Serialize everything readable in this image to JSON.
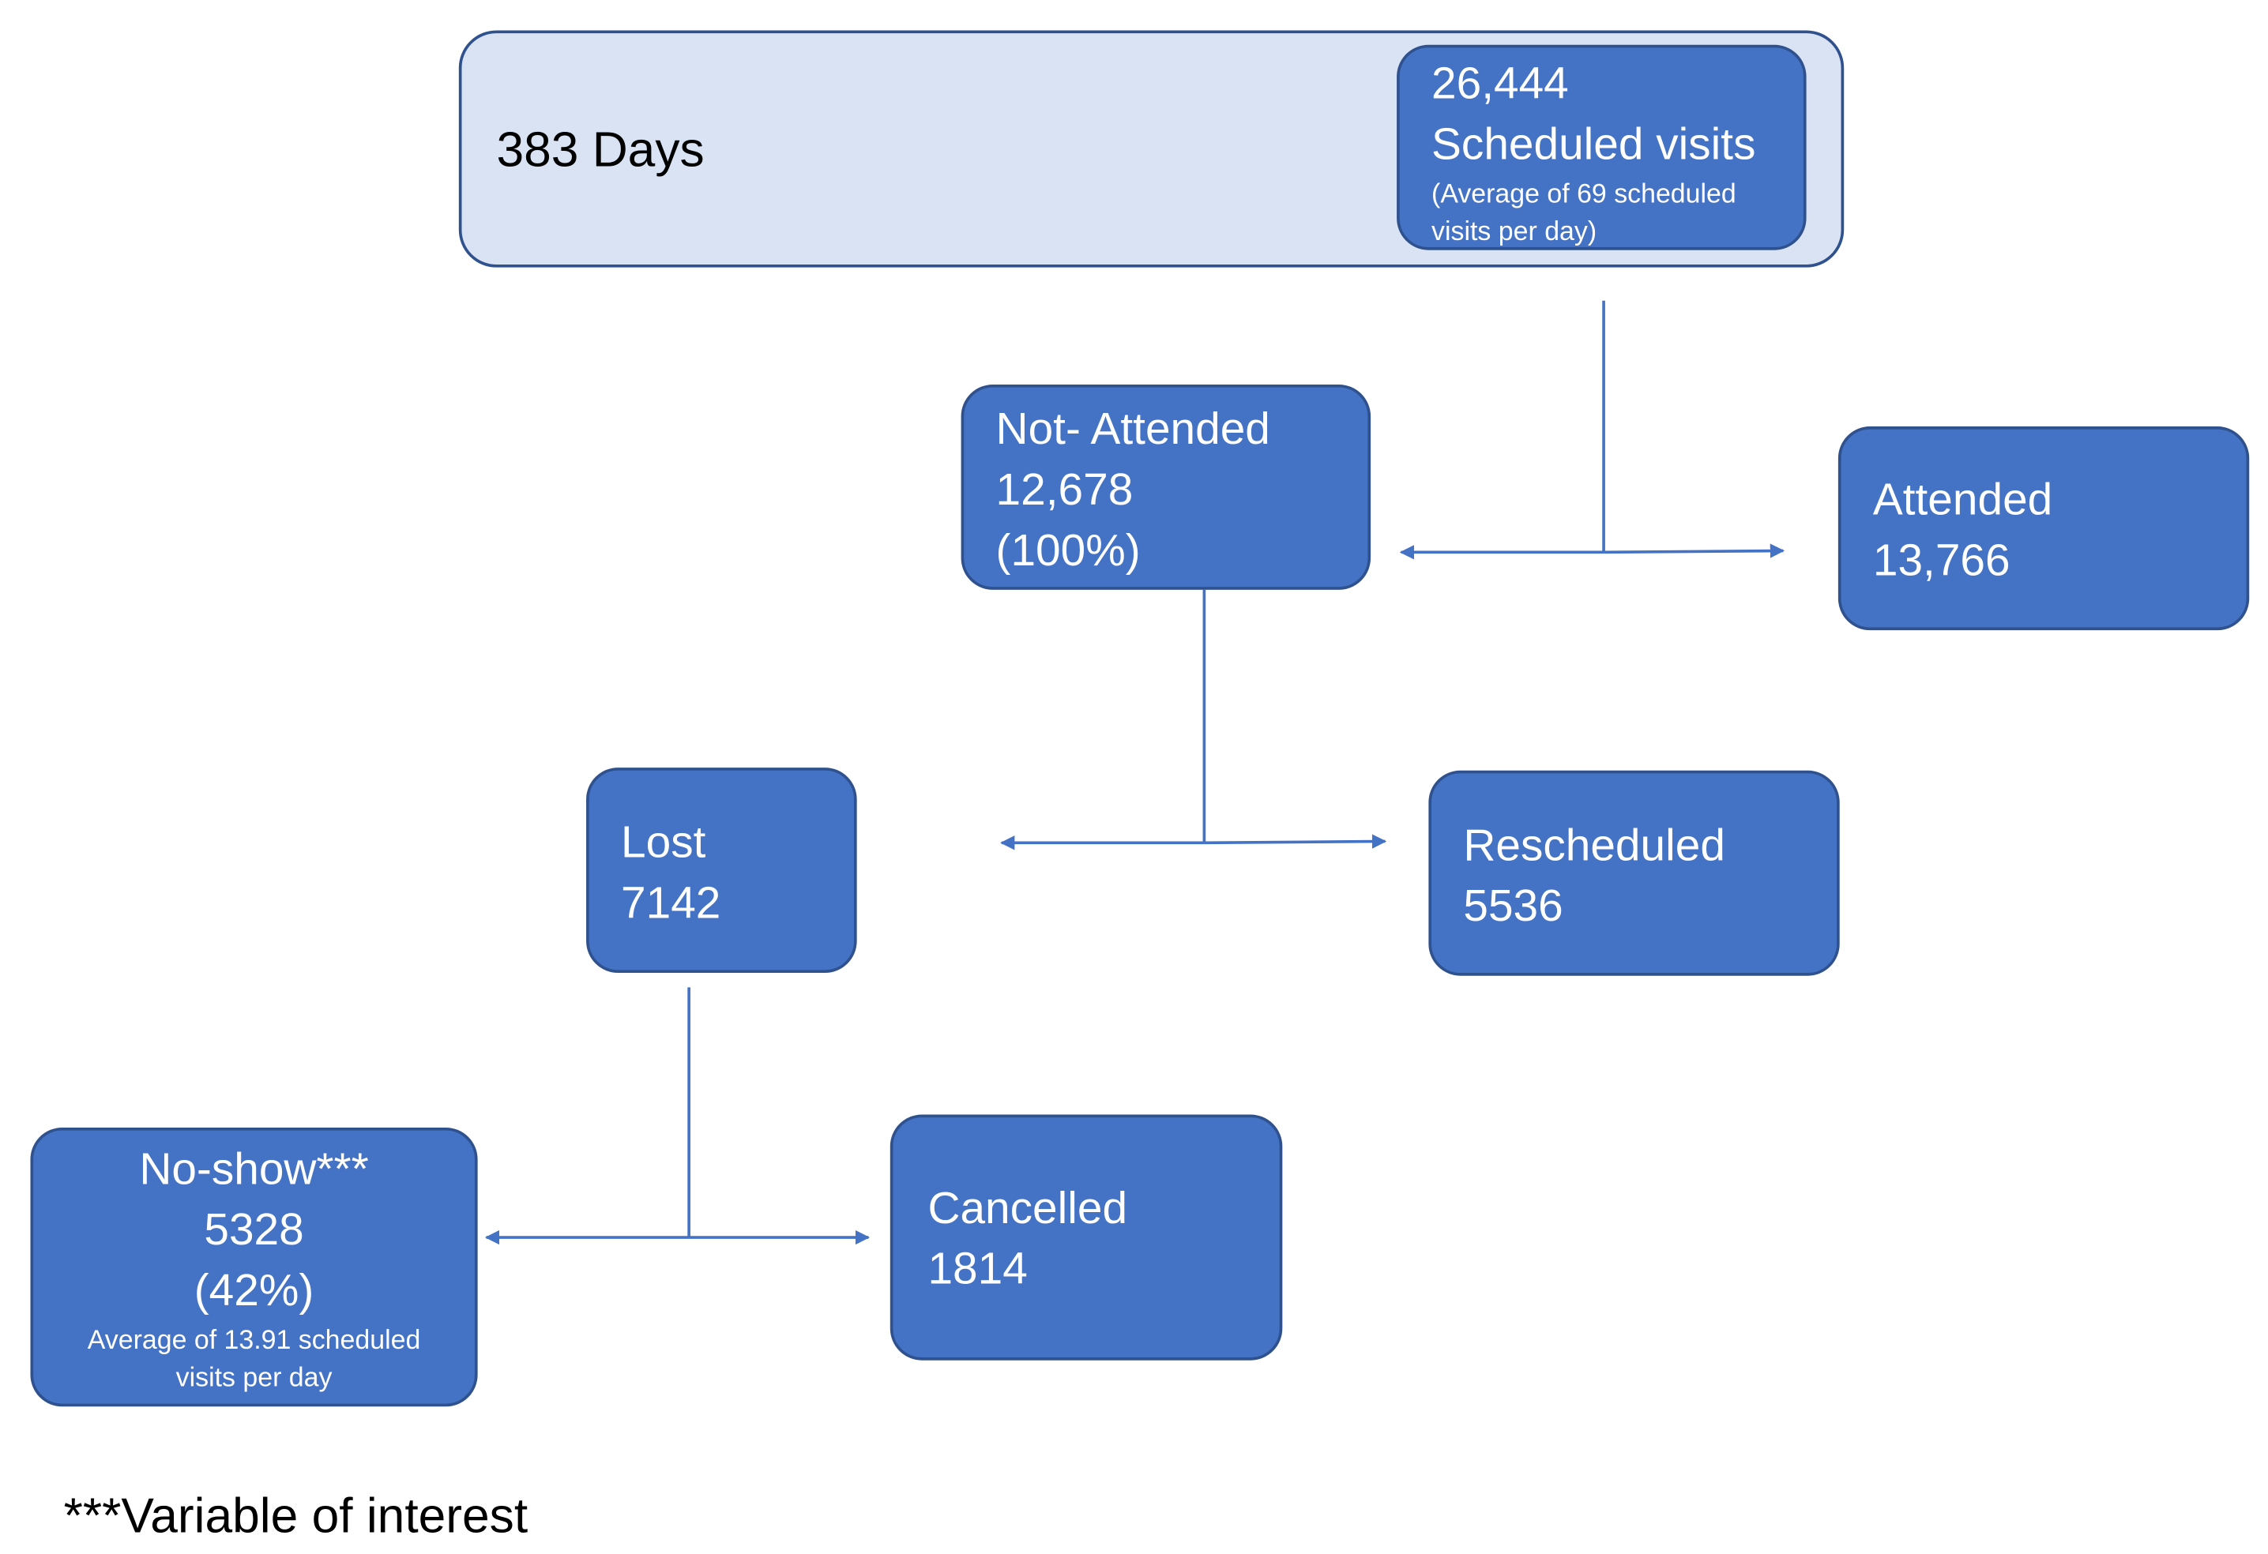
{
  "top": {
    "days": "383 Days",
    "scheduled": {
      "count": "26,444",
      "label": "Scheduled visits",
      "note_line1": "(Average of 69 scheduled",
      "note_line2": "visits per day)"
    }
  },
  "not_attended": {
    "label": "Not- Attended",
    "count": "12,678",
    "percent": "(100%)"
  },
  "attended": {
    "label": "Attended",
    "count": "13,766"
  },
  "lost": {
    "label": "Lost",
    "count": "7142"
  },
  "rescheduled": {
    "label": "Rescheduled",
    "count": "5536"
  },
  "no_show": {
    "label": "No-show***",
    "count": "5328",
    "percent": "(42%)",
    "note_line1": "Average of 13.91 scheduled",
    "note_line2": "visits per day"
  },
  "cancelled": {
    "label": "Cancelled",
    "count": "1814"
  },
  "footnote": "***Variable of interest",
  "colors": {
    "box_fill": "#4472c4",
    "box_border": "#2f528f",
    "outer_fill": "#dae3f3",
    "line": "#4472c4"
  }
}
